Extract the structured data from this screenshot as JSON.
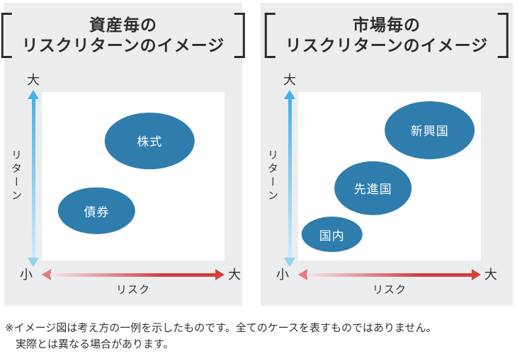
{
  "page": {
    "background": "#ffffff",
    "card_background": "#ecedef"
  },
  "colors": {
    "page_background": "#ffffff",
    "card_background": "#ecedef",
    "plot_bg": "#ffffff",
    "bubble_fill": "#2e7dad",
    "bubble_text": "#ffffff",
    "title_text": "#2b2b2b",
    "axis_text": "#333333",
    "return_arrow_top": "#45b2ea",
    "return_arrow_bottom": "#cdeaf9",
    "return_arrowhead_bottom": "#8ed1f3",
    "risk_arrow_left": "#f6e7e7",
    "risk_arrow_right": "#d23d3d",
    "risk_arrowhead_left": "#e27c7c",
    "risk_arrowhead_right": "#d6413c"
  },
  "charts": [
    {
      "title_line1": "資産毎の",
      "title_line2": "リスクリターンのイメージ",
      "y_axis": {
        "label": "リターン",
        "max_label": "大",
        "min_label": "小"
      },
      "x_axis": {
        "label": "リスク",
        "max_label": "大"
      },
      "bubbles": [
        {
          "id": "stocks",
          "label": "株式",
          "x_pct": 59,
          "y_pct": 29,
          "w_pct": 49,
          "h_pct": 33.5
        },
        {
          "id": "bonds",
          "label": "債券",
          "x_pct": 30,
          "y_pct": 70.5,
          "w_pct": 42,
          "h_pct": 28
        }
      ]
    },
    {
      "title_line1": "市場毎の",
      "title_line2": "リスクリターンのイメージ",
      "y_axis": {
        "label": "リターン",
        "max_label": "大",
        "min_label": "小"
      },
      "x_axis": {
        "label": "リスク",
        "max_label": "大"
      },
      "bubbles": [
        {
          "id": "emerging",
          "label": "新興国",
          "x_pct": 72,
          "y_pct": 22.5,
          "w_pct": 49.5,
          "h_pct": 34.5
        },
        {
          "id": "developed",
          "label": "先進国",
          "x_pct": 41,
          "y_pct": 57,
          "w_pct": 42.5,
          "h_pct": 32
        },
        {
          "id": "domestic",
          "label": "国内",
          "x_pct": 18.5,
          "y_pct": 84.5,
          "w_pct": 33.5,
          "h_pct": 21
        }
      ]
    }
  ],
  "footnote": {
    "line1": "※イメージ図は考え方の一例を示したものです。全てのケースを表すものではありません。",
    "line2": "実際とは異なる場合があります。"
  },
  "chart_data": [
    {
      "type": "scatter",
      "title": "資産毎のリスクリターンのイメージ",
      "xlabel": "リスク",
      "ylabel": "リターン",
      "x_axis_endpoints": [
        "小",
        "大"
      ],
      "y_axis_endpoints": [
        "小",
        "大"
      ],
      "qualitative": true,
      "grid": false,
      "legend": false,
      "points": [
        {
          "label": "株式",
          "risk": 0.59,
          "return": 0.71
        },
        {
          "label": "債券",
          "risk": 0.3,
          "return": 0.3
        }
      ]
    },
    {
      "type": "scatter",
      "title": "市場毎のリスクリターンのイメージ",
      "xlabel": "リスク",
      "ylabel": "リターン",
      "x_axis_endpoints": [
        "小",
        "大"
      ],
      "y_axis_endpoints": [
        "小",
        "大"
      ],
      "qualitative": true,
      "grid": false,
      "legend": false,
      "points": [
        {
          "label": "新興国",
          "risk": 0.72,
          "return": 0.78
        },
        {
          "label": "先進国",
          "risk": 0.41,
          "return": 0.43
        },
        {
          "label": "国内",
          "risk": 0.19,
          "return": 0.16
        }
      ]
    }
  ]
}
